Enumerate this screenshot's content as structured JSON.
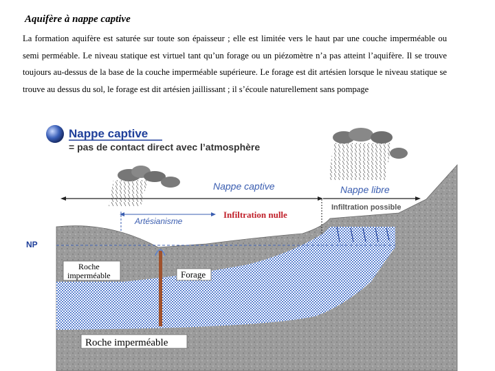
{
  "heading": "Aquifère à nappe captive",
  "paragraph": "La formation aquifère est saturée sur toute son épaisseur ; elle est limitée vers le haut par une couche imperméable ou semi perméable. Le niveau statique est virtuel tant qu’un forage ou un piézomètre n’a pas atteint l’aquifère. Il se trouve toujours au-dessus de la base de la couche imperméable supérieure. Le forage est dit artésien lorsque le niveau statique se trouve au dessus du sol, le forage est dit artésien  jaillissant ; il s’écoule naturellement sans pompage",
  "diagram": {
    "header_title": "Nappe captive",
    "header_subtitle": "= pas de contact direct avec l’atmosphère",
    "label_nappe_captive": "Nappe captive",
    "label_nappe_libre": "Nappe libre",
    "label_artesianisme": "Artésianisme",
    "label_infiltration_nulle": "Infiltration nulle",
    "label_infiltration_possible": "Infiltration possible",
    "label_np": "NP",
    "label_roche_impermeable_1": "Roche",
    "label_roche_impermeable_2": "imperméable",
    "label_forage": "Forage",
    "label_roche_impermeable_bottom": "Roche imperméable",
    "colors": {
      "title_blue": "#1f3f9a",
      "label_blue": "#3a5db0",
      "red": "#c0202a",
      "rock_gray": "#9a9a9a",
      "water_blue": "#6a8fd6"
    }
  }
}
